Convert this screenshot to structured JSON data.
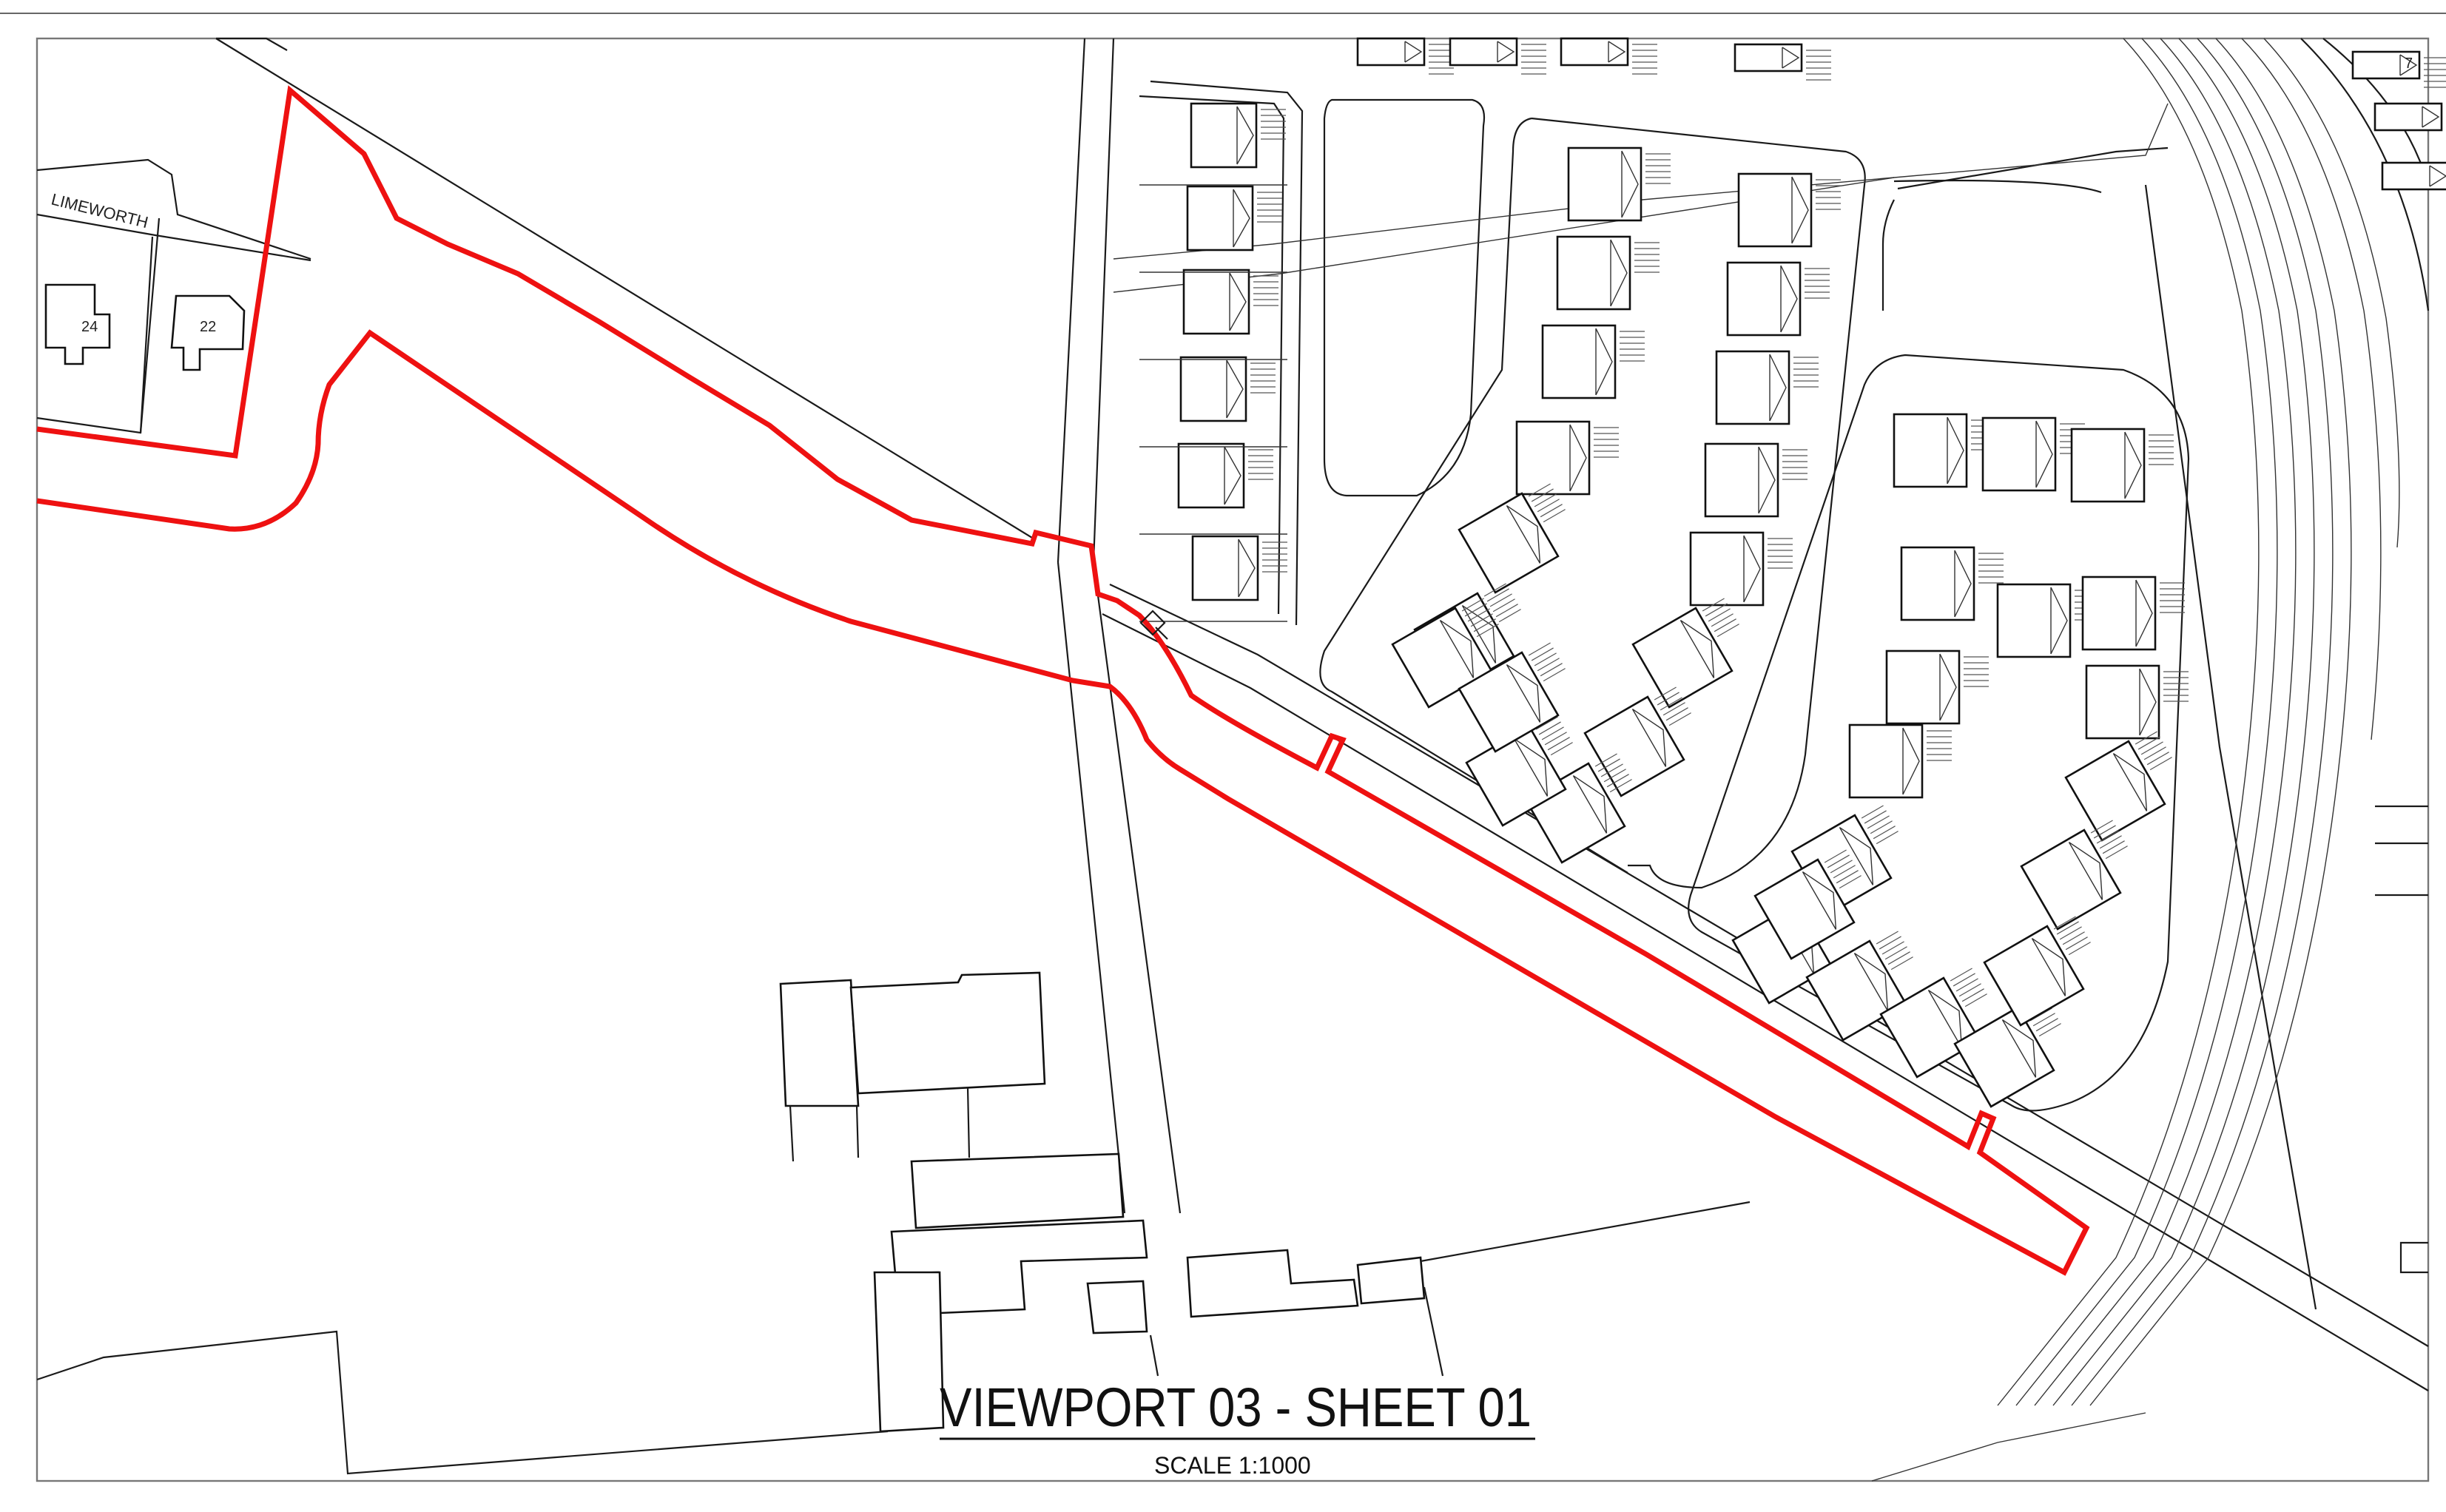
{
  "sheet": {
    "title": "VIEWPORT 03 - SHEET 01",
    "scale": "SCALE 1:1000"
  },
  "labels": {
    "street_name": "LIMEWORTH",
    "house_24": "24",
    "house_22": "22",
    "plot_7": "7"
  },
  "colors": {
    "boundary": "#ee1111",
    "linework": "#1a1a1a",
    "frame": "#777777"
  }
}
